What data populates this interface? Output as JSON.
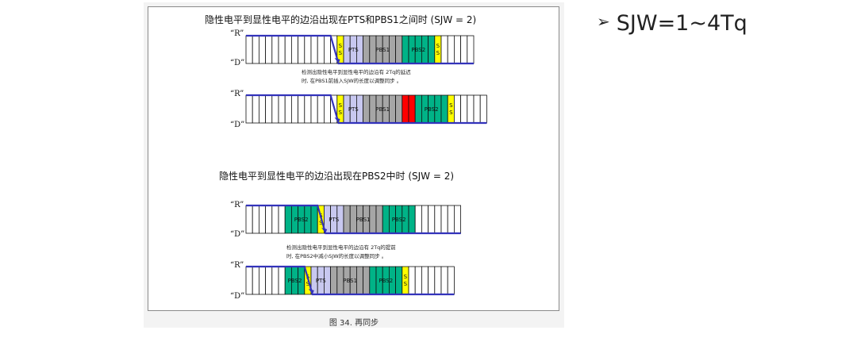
{
  "slide": {
    "bullet_marker": "➢",
    "bullet_text": "SJW=1~4Tq"
  },
  "figure": {
    "caption": "图 34.   再同步",
    "section1": {
      "heading": "隐性电平到显性电平的边沿出现在PTS和PBS1之间时 (SJW = 2)",
      "note_line1": "检测出隐性电平到显性电平的边沿有  2Tq的延迟",
      "note_line2": "时, 在PBS1前插入SJW的长度以调整同步 。"
    },
    "section2": {
      "heading": "隐性电平到显性电平的边沿出现在PBS2中时 (SJW = 2)",
      "note_line1": "检测出隐性电平到显性电平的边沿有  2Tq的提前",
      "note_line2": "时, 在PBS2中减小SJW的长度以调整同步 。"
    },
    "level_labels": {
      "recessive": "“R”",
      "dominant": "“D”"
    },
    "segment_labels": {
      "ss": "S S",
      "pts": "PTS",
      "pbs1": "PBS1",
      "pbs2": "PBS2"
    },
    "colors": {
      "ss": "#ffff00",
      "pts": "#c8c8f0",
      "pbs1": "#a6a6a6",
      "pbs2": "#00b387",
      "sjw": "#ff0000",
      "signal": "#3333bb",
      "cell_border": "#111111"
    },
    "rows": [
      {
        "segments": [
          {
            "type": "white",
            "count": 14
          },
          {
            "type": "ss",
            "count": 1
          },
          {
            "type": "pts",
            "count": 3
          },
          {
            "type": "pbs1",
            "count": 6
          },
          {
            "type": "pbs2",
            "count": 5
          },
          {
            "type": "ss",
            "count": 1
          },
          {
            "type": "white",
            "count": 5
          }
        ]
      },
      {
        "segments": [
          {
            "type": "white",
            "count": 14
          },
          {
            "type": "ss",
            "count": 1
          },
          {
            "type": "pts",
            "count": 3
          },
          {
            "type": "pbs1",
            "count": 6
          },
          {
            "type": "sjw",
            "count": 2
          },
          {
            "type": "pbs2",
            "count": 5
          },
          {
            "type": "ss",
            "count": 1
          },
          {
            "type": "white",
            "count": 5
          }
        ]
      },
      {
        "segments": [
          {
            "type": "white",
            "count": 6
          },
          {
            "type": "pbs2",
            "count": 5
          },
          {
            "type": "ss",
            "count": 1
          },
          {
            "type": "pts",
            "count": 3
          },
          {
            "type": "pbs1",
            "count": 6
          },
          {
            "type": "pbs2",
            "count": 5
          },
          {
            "type": "white",
            "count": 7
          }
        ]
      },
      {
        "segments": [
          {
            "type": "white",
            "count": 6
          },
          {
            "type": "pbs2",
            "count": 3
          },
          {
            "type": "ss",
            "count": 1
          },
          {
            "type": "pts",
            "count": 3
          },
          {
            "type": "pbs1",
            "count": 6
          },
          {
            "type": "pbs2",
            "count": 5
          },
          {
            "type": "ss",
            "count": 1
          },
          {
            "type": "white",
            "count": 7
          }
        ]
      }
    ]
  }
}
